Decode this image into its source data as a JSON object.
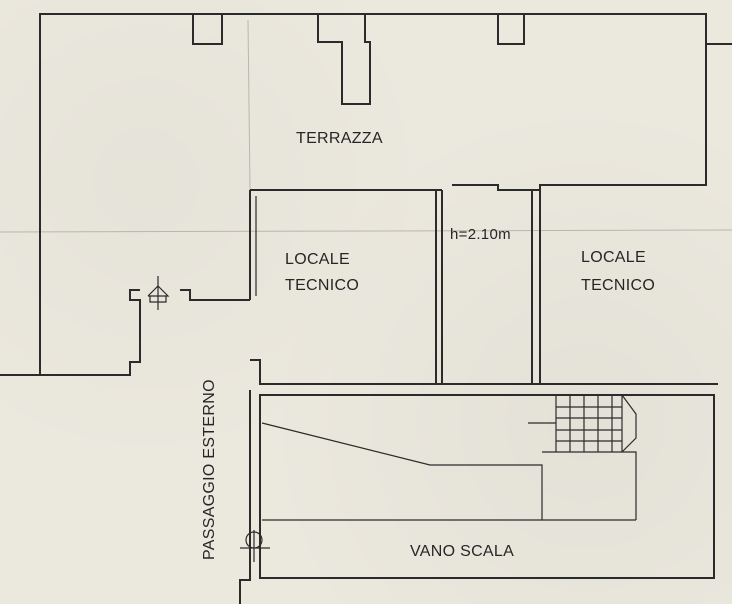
{
  "labels": {
    "terrazza": "TERRAZZA",
    "locale_tecnico_1_line1": "LOCALE",
    "locale_tecnico_1_line2": "TECNICO",
    "locale_tecnico_2_line1": "LOCALE",
    "locale_tecnico_2_line2": "TECNICO",
    "height_note": "h=2.10m",
    "passaggio_esterno": "PASSAGGIO ESTERNO",
    "vano_scala": "VANO SCALA"
  },
  "colors": {
    "paper": "#ebe8de",
    "ink": "#2b2b2b"
  }
}
